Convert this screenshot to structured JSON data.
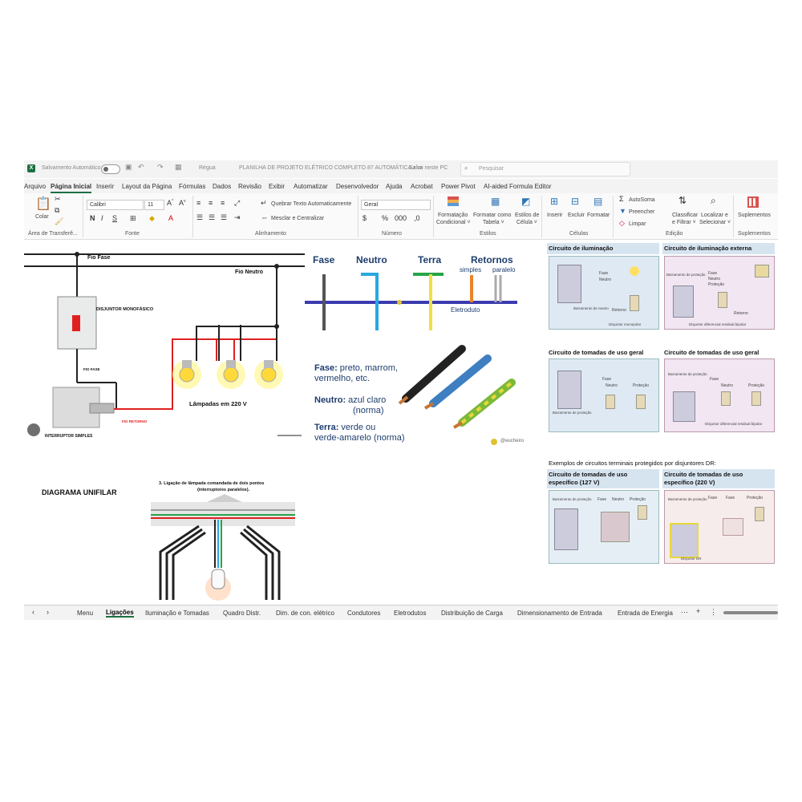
{
  "titlebar": {
    "autosave_label": "Salvamento Automático",
    "style_label": "Régua",
    "filename": "PLANILHA DE PROJETO ELÉTRICO COMPLETO 87 AUTOMÁTICA.xlsx",
    "saved_status": "Salvo neste PC",
    "search_placeholder": "Pesquisar"
  },
  "menu": [
    "Arquivo",
    "Página Inicial",
    "Inserir",
    "Layout da Página",
    "Fórmulas",
    "Dados",
    "Revisão",
    "Exibir",
    "Automatizar",
    "Desenvolvedor",
    "Ajuda",
    "Acrobat",
    "Power Pivot",
    "AI-aided Formula Editor"
  ],
  "ribbon": {
    "paste": "Colar",
    "clipboard_group": "Área de Transferê...",
    "font_name": "Calibri",
    "font_size": "11",
    "font_group": "Fonte",
    "wrap_text": "Quebrar Texto Automaticamente",
    "merge_center": "Mesclar e Centralizar",
    "alignment_group": "Alinhamento",
    "number_format": "Geral",
    "number_group": "Número",
    "cond_format": [
      "Formatação",
      "Condicional ˅"
    ],
    "format_table": [
      "Formatar como",
      "Tabela ˅"
    ],
    "cell_styles": [
      "Estilos de",
      "Célula ˅"
    ],
    "styles_group": "Estilos",
    "insert": "Inserir",
    "delete": "Excluir",
    "format": "Formatar",
    "cells_group": "Células",
    "autosum": "AutoSoma",
    "fill": "Preencher",
    "clear": "Limpar",
    "sort_filter": [
      "Classificar",
      "e Filtrar ˅"
    ],
    "find_select": [
      "Localizar e",
      "Selecionar ˅"
    ],
    "editing_group": "Edição",
    "addins": "Suplementos",
    "addins_group": "Suplementos"
  },
  "diagram_left": {
    "fio_fase": "Fio Fase",
    "fio_neutro": "Fio Neutro",
    "disjuntor": "DISJUNTOR MONOFÁSICO",
    "fio_fase_small": "FIO FASE",
    "fio_retorno": "FIO RETORNO",
    "lampadas": "Lâmpadas em 220 V",
    "interruptor": "INTERRUPTOR SIMPLES"
  },
  "diagram_wires": {
    "fase": "Fase",
    "neutro": "Neutro",
    "terra": "Terra",
    "retornos": "Retornos",
    "simples": "simples",
    "paralelo": "paralelo",
    "eletroduto": "Eletroduto",
    "fase_desc_1": "Fase:",
    "fase_desc_2": " preto, marrom,",
    "fase_desc_3": "vermelho, etc.",
    "neutro_desc_1": "Neutro:",
    "neutro_desc_2": " azul claro",
    "neutro_desc_3": "(norma)",
    "terra_desc_1": "Terra:",
    "terra_desc_2": " verde ou",
    "terra_desc_3": "verde-amarelo (norma)",
    "credit": "@eucheiro"
  },
  "diagram_unifilar": {
    "title": "DIAGRAMA UNIFILAR",
    "caption_1": "3. Ligação de lâmpada comandada de dois pontos",
    "caption_2": "(interruptores paralelos)."
  },
  "circuits": {
    "ilum": "Circuito de iluminação",
    "ilum_ext": "Circuito de iluminação externa",
    "tomadas_1": "Circuito de tomadas de uso geral",
    "tomadas_2": "Circuito de tomadas de uso geral",
    "dr_heading": "Exemplos de circuitos terminais protegidos por disjuntores DR:",
    "especifico_127": [
      "Circuito de tomadas de uso",
      "específico (127 V)"
    ],
    "especifico_220": [
      "Circuito de tomadas de uso",
      "específico (220 V)"
    ],
    "labels": {
      "fase": "Fase",
      "neutro": "Neutro",
      "retorno": "Retorno",
      "protecao": "Proteção",
      "barramento_neutro": "Barramento de neutro",
      "barramento_protecao": "Barramento de proteção",
      "disjuntor_monopolar": "Disjuntor monopolar",
      "disjuntor_dr_bipolar": "Disjuntor diferencial residual bipolar",
      "disjuntor_dr": "Disjuntor DR"
    }
  },
  "sheet_tabs": [
    "Menu",
    "Ligações",
    "Iluminação e Tomadas",
    "Quadro Distr.",
    "Dim. de con. elétrico",
    "Condutores",
    "Eletrodutos",
    "Distribuição de Carga",
    "Dimensionamento de Entrada",
    "Entrada de Energia"
  ],
  "colors": {
    "excel_green": "#1d6f42",
    "fase": "#333333",
    "neutro": "#29a9e0",
    "terra": "#27a548",
    "retorno": "#e8842c",
    "eletroduto": "#3b3bb0",
    "retorno_red": "#e02020"
  }
}
